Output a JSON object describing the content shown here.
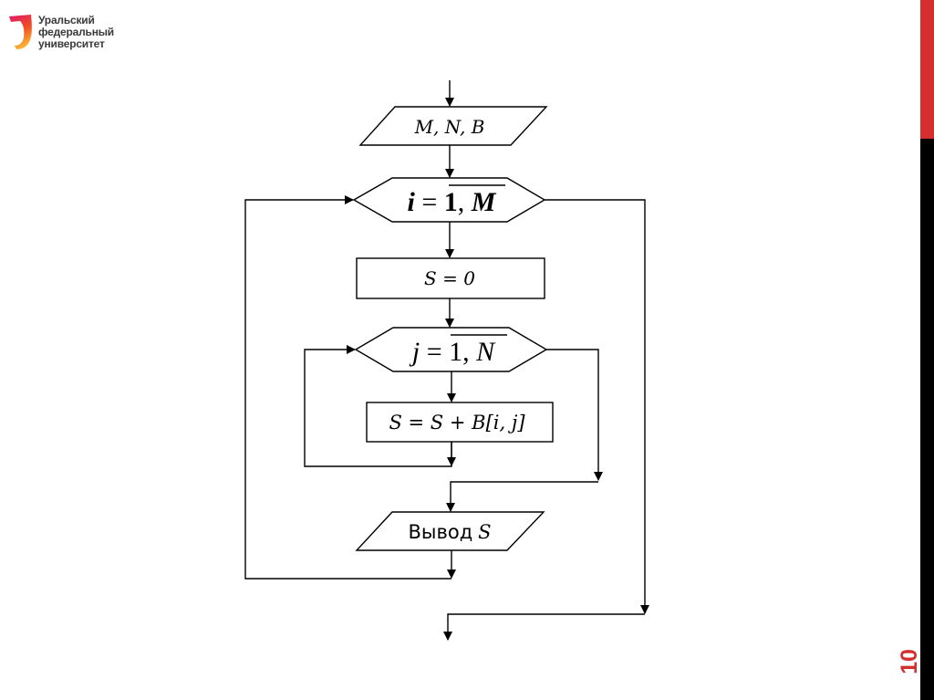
{
  "logo": {
    "lines": [
      "Уральский",
      "федеральный",
      "университет"
    ],
    "colors": {
      "top": "#e0186c",
      "mid": "#f04e23",
      "bottom": "#fbb034"
    }
  },
  "slide": {
    "page_number": "10",
    "accent_color": "#d32f2f",
    "bar_color": "#000000"
  },
  "flowchart": {
    "input_block": {
      "type": "input",
      "text": "M, N, B"
    },
    "outer_loop": {
      "type": "loop",
      "var": "i",
      "eq": " = ",
      "start": "1",
      "sep": ", ",
      "end": "M"
    },
    "init_block": {
      "type": "process",
      "text": "S = 0"
    },
    "inner_loop": {
      "type": "loop",
      "var": "j",
      "eq": " = ",
      "start": "1",
      "sep": ", ",
      "end": "N"
    },
    "sum_block": {
      "type": "process",
      "text": "S = S + B[i, j]"
    },
    "output_block": {
      "type": "output",
      "label": "Вывод",
      "var": "S"
    }
  }
}
